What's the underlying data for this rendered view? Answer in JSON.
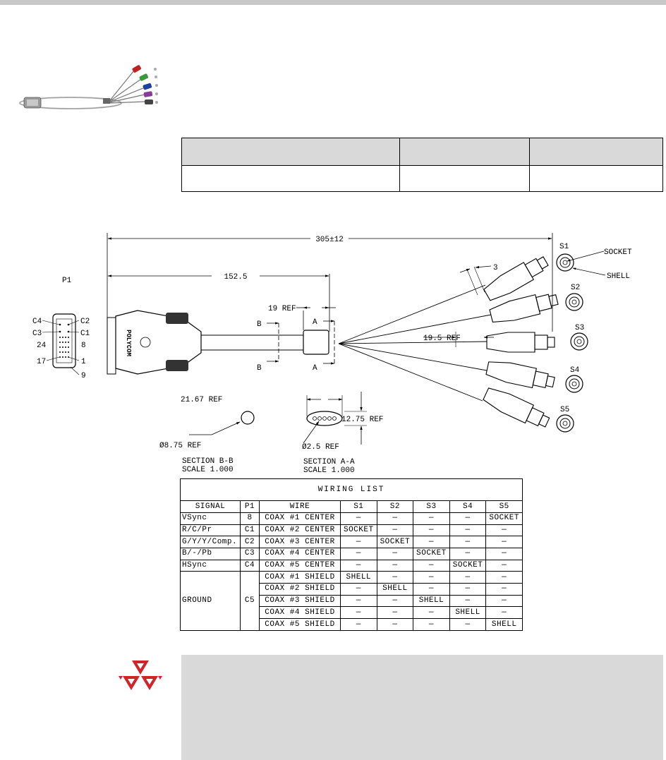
{
  "diagram": {
    "overall_length": "305±12",
    "half_length": "152.5",
    "p1_label": "P1",
    "pins": {
      "c4": "C4",
      "c2": "C2",
      "c3": "C3",
      "c1": "C1",
      "p24": "24",
      "p8": "8",
      "p17": "17",
      "p1": "1",
      "p9": "9"
    },
    "dim_3": "3",
    "ref_19": "19 REF",
    "ref_19_5": "19.5 REF",
    "section_b": "B",
    "section_a": "A",
    "socket_label": "SOCKET",
    "shell_label": "SHELL",
    "connectors": [
      "S1",
      "S2",
      "S3",
      "S4",
      "S5"
    ],
    "diameter_ref": "Ø8.75 REF",
    "ref_21_67": "21.67 REF",
    "ref_12_75": "12.75 REF",
    "diameter_2_5": "Ø2.5 REF",
    "section_bb_title": "SECTION  B-B",
    "section_bb_scale": "SCALE  1.000",
    "section_aa_title": "SECTION  A-A",
    "section_aa_scale": "SCALE  1.000",
    "brand": "POLYCOM"
  },
  "wiring_list": {
    "title": "WIRING LIST",
    "headers": [
      "SIGNAL",
      "P1",
      "WIRE",
      "S1",
      "S2",
      "S3",
      "S4",
      "S5"
    ],
    "rows": [
      {
        "signal": "VSync",
        "p1": "8",
        "wire": "COAX #1 CENTER",
        "s": [
          "—",
          "—",
          "—",
          "—",
          "SOCKET"
        ]
      },
      {
        "signal": "R/C/Pr",
        "p1": "C1",
        "wire": "COAX #2 CENTER",
        "s": [
          "SOCKET",
          "—",
          "—",
          "—",
          "—"
        ]
      },
      {
        "signal": "G/Y/Y/Comp.",
        "p1": "C2",
        "wire": "COAX #3 CENTER",
        "s": [
          "—",
          "SOCKET",
          "—",
          "—",
          "—"
        ]
      },
      {
        "signal": "B/-/Pb",
        "p1": "C3",
        "wire": "COAX #4 CENTER",
        "s": [
          "—",
          "—",
          "SOCKET",
          "—",
          "—"
        ]
      },
      {
        "signal": "HSync",
        "p1": "C4",
        "wire": "COAX #5 CENTER",
        "s": [
          "—",
          "—",
          "—",
          "SOCKET",
          "—"
        ]
      }
    ],
    "ground": {
      "signal": "GROUND",
      "p1": "C5",
      "rows": [
        {
          "wire": "COAX #1 SHIELD",
          "s": [
            "SHELL",
            "—",
            "—",
            "—",
            "—"
          ]
        },
        {
          "wire": "COAX #2 SHIELD",
          "s": [
            "—",
            "SHELL",
            "—",
            "—",
            "—"
          ]
        },
        {
          "wire": "COAX #3 SHIELD",
          "s": [
            "—",
            "—",
            "SHELL",
            "—",
            "—"
          ]
        },
        {
          "wire": "COAX #4 SHIELD",
          "s": [
            "—",
            "—",
            "—",
            "SHELL",
            "—"
          ]
        },
        {
          "wire": "COAX #5 SHIELD",
          "s": [
            "—",
            "—",
            "—",
            "—",
            "SHELL"
          ]
        }
      ]
    }
  },
  "colors": {
    "topbar": "#c8c8c8",
    "table_header": "#d9d9d9",
    "note_box": "#d9d9d9",
    "logo_red": "#d2232a",
    "cable_green": "#3a9a3a",
    "cable_blue": "#2040a0",
    "cable_red": "#c02020",
    "cable_purple": "#8a3a9a"
  },
  "icons": {
    "logo": "polycom-triangles-logo"
  }
}
